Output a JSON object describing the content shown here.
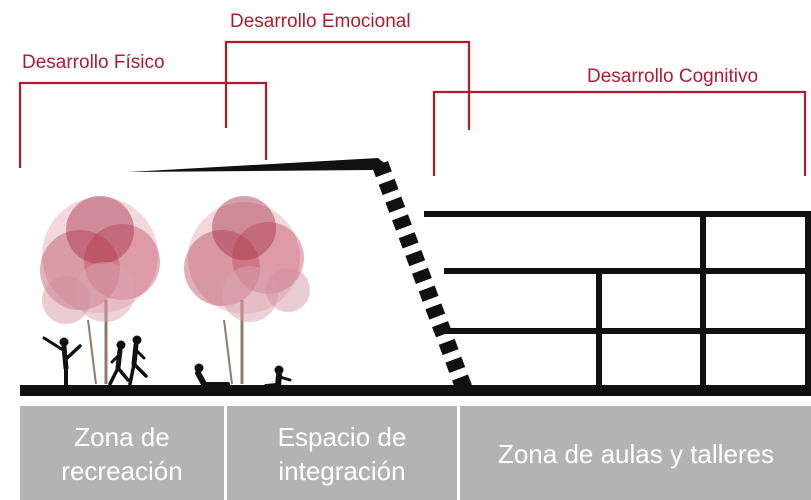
{
  "brackets": {
    "fisico": "Desarrollo Físico",
    "emocional": "Desarrollo Emocional",
    "cognitivo": "Desarrollo Cognitivo"
  },
  "zones": {
    "recreacion": {
      "line1": "Zona de",
      "line2": "recreación"
    },
    "integracion": {
      "line1": "Espacio de",
      "line2": "integración"
    },
    "aulas": {
      "line1": "Zona de aulas y talleres"
    }
  },
  "colors": {
    "accent": "#b01c2e",
    "structure": "#111111",
    "zone_bar": "#b3b3b3",
    "tree_blossom": "#c2485f"
  }
}
